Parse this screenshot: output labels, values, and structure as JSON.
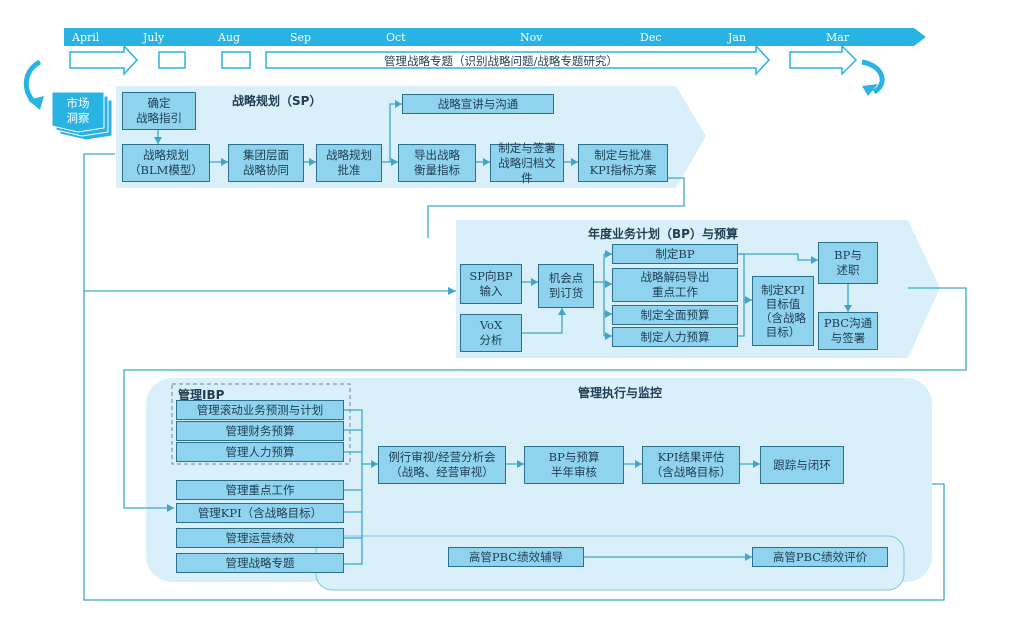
{
  "timeline": {
    "months": [
      "April",
      "July",
      "Aug",
      "Sep",
      "Oct",
      "Nov",
      "Dec",
      "Jan",
      "Mar"
    ],
    "topic_bar": "管理战略专题（识别战略问题/战略专题研究）"
  },
  "market_insight": "市场\n洞察",
  "sp": {
    "title": "战略规划（SP）",
    "confirm_guide": "确定\n战略指引",
    "blm": "战略规划\n（BLM模型）",
    "group_coord": "集团层面\n战略协同",
    "approve": "战略规划\n批准",
    "promo": "战略宣讲与沟通",
    "metrics": "导出战略\n衡量指标",
    "archive": "制定与签署\n战略归档文件",
    "kpi_plan": "制定与批准\nKPI指标方案"
  },
  "bp": {
    "title": "年度业务计划（BP）与预算",
    "sp_to_bp": "SP向BP\n输入",
    "vox": "VoX\n分析",
    "opportunity": "机会点\n到订货",
    "make_bp": "制定BP",
    "decode": "战略解码导出\n重点工作",
    "full_budget": "制定全面预算",
    "hr_budget": "制定人力预算",
    "kpi_target": "制定KPI\n目标值\n（含战略\n目标）",
    "bp_report": "BP与\n述职",
    "pbc_sign": "PBC沟通\n与签署"
  },
  "exec": {
    "title": "管理执行与监控",
    "ibp_title": "管理IBP",
    "rolling": "管理滚动业务预测与计划",
    "finance": "管理财务预算",
    "hr": "管理人力预算",
    "key_work": "管理重点工作",
    "kpi": "管理KPI（含战略目标）",
    "ops": "管理运营绩效",
    "topic": "管理战略专题",
    "review": "例行审视/经营分析会\n（战略、经营审视）",
    "half_year": "BP与预算\n半年审核",
    "kpi_eval": "KPI结果评估\n（含战略目标）",
    "track": "跟踪与闭环",
    "pbc_coach": "高管PBC绩效辅导",
    "pbc_eval": "高管PBC绩效评价"
  },
  "colors": {
    "timeline": "#29b3e3",
    "box_fill": "#8fd3ee",
    "box_border": "#2c6f8f",
    "panel_fill": "#d9f0fa",
    "line": "#3ea7c9",
    "text": "#1f3e52"
  }
}
